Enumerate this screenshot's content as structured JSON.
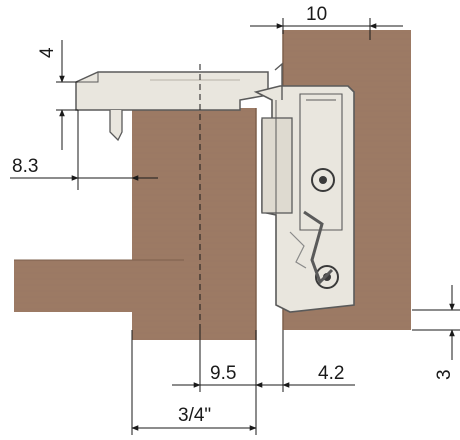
{
  "drawing": {
    "colors": {
      "wood": "#9c7a64",
      "wood_dark": "#7e604c",
      "wood_grain": "#8a6b56",
      "metal": "#e9e6de",
      "metal_line": "#5a5a5a",
      "line": "#1a1a1a",
      "background": "#ffffff"
    },
    "dimensions": {
      "d_10": "10",
      "d_4": "4",
      "d_8_3": "8.3",
      "d_9_5": "9.5",
      "d_4_2": "4.2",
      "d_3": "3",
      "d_3_4": "3/4\""
    }
  }
}
